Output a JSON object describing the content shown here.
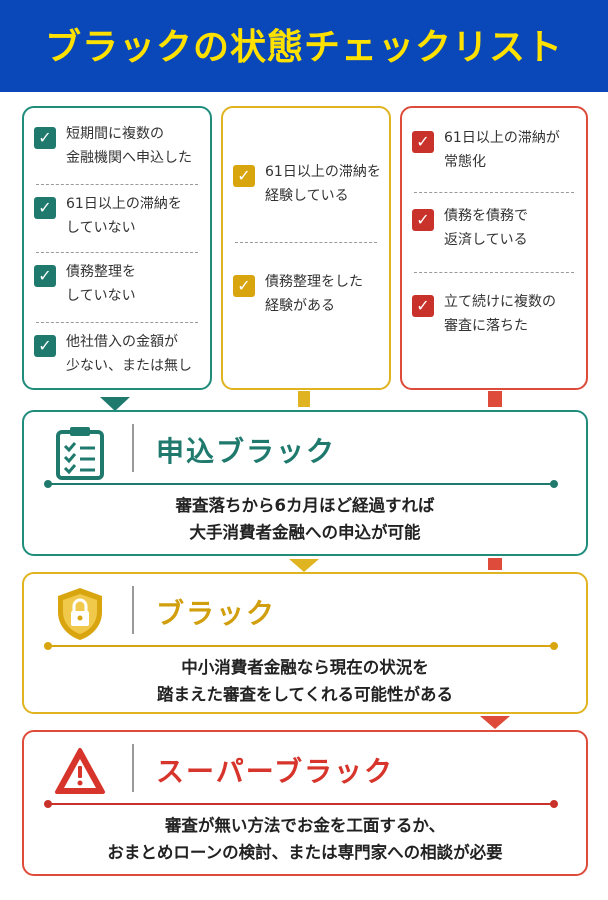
{
  "header": {
    "title": "ブラックの状態チェックリスト"
  },
  "columns": {
    "green": {
      "items": [
        {
          "text": "短期間に複数の\n金融機関へ申込した"
        },
        {
          "text": "61日以上の滞納を\nしていない"
        },
        {
          "text": "債務整理を\nしていない"
        },
        {
          "text": "他社借入の金額が\n少ない、または無し"
        }
      ]
    },
    "yellow": {
      "items": [
        {
          "text": "61日以上の滞納を\n経験している"
        },
        {
          "text": "債務整理をした\n経験がある"
        }
      ]
    },
    "red": {
      "items": [
        {
          "text": "61日以上の滞納が\n常態化"
        },
        {
          "text": "債務を債務で\n返済している"
        },
        {
          "text": "立て続けに複数の\n審査に落ちた"
        }
      ]
    }
  },
  "panels": {
    "moushikomi": {
      "title": "申込ブラック",
      "line1": "審査落ちから6カ月ほど経過すれば",
      "line2": "大手消費者金融への申込が可能"
    },
    "black": {
      "title": "ブラック",
      "line1": "中小消費者金融なら現在の状況を",
      "line2": "踏まえた審査をしてくれる可能性がある"
    },
    "super": {
      "title": "スーパーブラック",
      "line1": "審査が無い方法でお金を工面するか、",
      "line2": "おまとめローンの検討、または専門家への相談が必要"
    }
  },
  "colors": {
    "header_bg": "#0a47b8",
    "header_text": "#ffe100",
    "green": "#1f7a6d",
    "yellow": "#d9a50f",
    "red": "#c9322a"
  },
  "icons": {
    "moushikomi": "checklist-clipboard-icon",
    "black": "shield-lock-icon",
    "super": "warning-triangle-icon",
    "item": "checkbox-checked-icon"
  }
}
